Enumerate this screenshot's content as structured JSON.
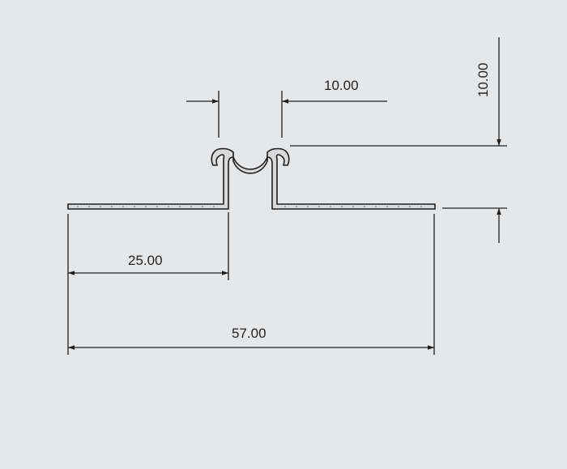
{
  "colors": {
    "background": "#e6e7e9",
    "line": "#1e1e1e",
    "profile_fill": "#d9dadc"
  },
  "dimensions": {
    "top_gap": "10.00",
    "top_height": "10.00",
    "left_width": "25.00",
    "total_width": "57.00"
  }
}
